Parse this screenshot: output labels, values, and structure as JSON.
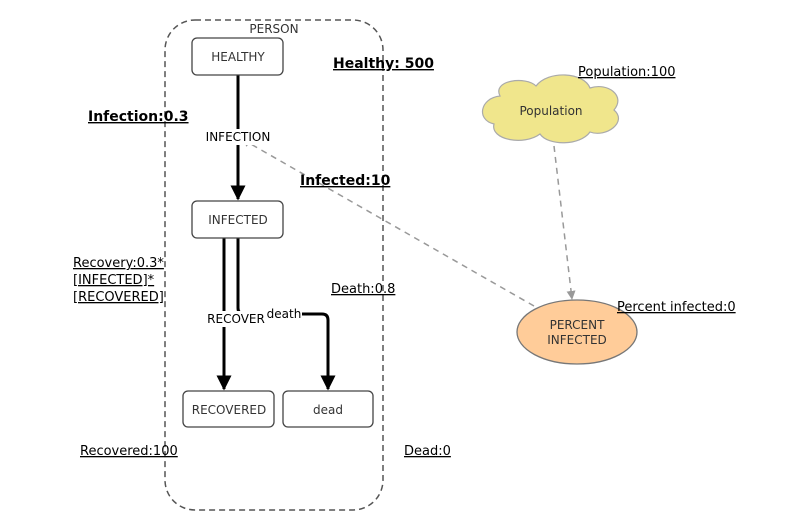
{
  "container": {
    "title": "PERSON"
  },
  "states": {
    "healthy": "HEALTHY",
    "infected": "INFECTED",
    "recovered": "RECOVERED",
    "dead": "dead"
  },
  "transitions": {
    "infection": "INFECTION",
    "recover": "RECOVER",
    "death": "death"
  },
  "labels": {
    "healthy_count": "Healthy: 500",
    "infection_rate": "Infection:0.3",
    "infected_count": "Infected:10",
    "recovery_line1": "Recovery:0.3*",
    "recovery_line2": "[INFECTED]*",
    "recovery_line3": "[RECOVERED]",
    "death_rate": "Death:0.8",
    "recovered_count": "Recovered:100",
    "dead_count": "Dead:0",
    "population_count": "Population:100",
    "percent_infected": "Percent infected:0"
  },
  "nodes": {
    "population": "Population",
    "percent_line1": "PERCENT",
    "percent_line2": "INFECTED"
  },
  "colors": {
    "cloud_fill": "#f0e68c",
    "ellipse_fill": "#ffcc99",
    "dashed_arrow": "#999999"
  }
}
